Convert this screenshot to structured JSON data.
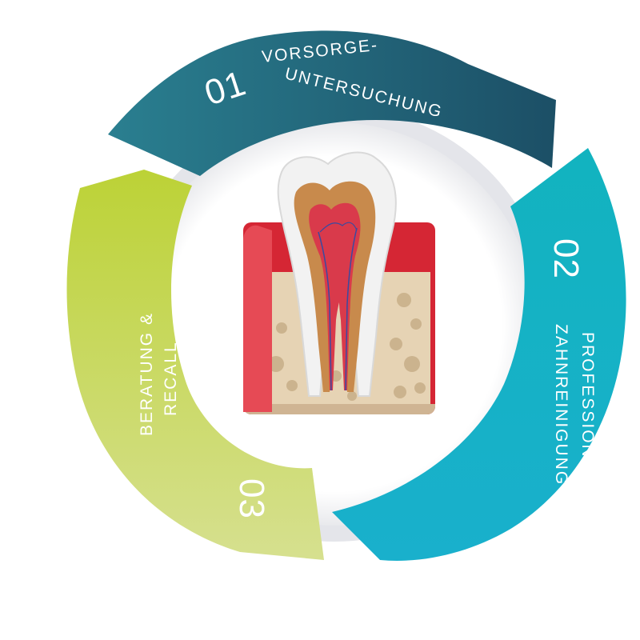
{
  "colors": {
    "step1_start": "#2a7f90",
    "step1_end": "#1c4f66",
    "step2_start": "#12b3bf",
    "step2_end": "#19b0cc",
    "step3_start": "#bcd236",
    "step3_end": "#d6e08f",
    "ring": "#e6e7eb",
    "gum": "#d52634",
    "bone": "#e6d3b4",
    "pulp": "#d93a4b",
    "dentin": "#c88a4c",
    "enamel": "#f2f2f2"
  },
  "steps": [
    {
      "number": "01",
      "line1": "VORSORGE-",
      "line2": "UNTERSUCHUNG"
    },
    {
      "number": "02",
      "line1": "PROFESSIONELLE",
      "line2": "ZAHNREINIGUNG"
    },
    {
      "number": "03",
      "line1": "BERATUNG &",
      "line2": "RECALL"
    }
  ],
  "center_image": "tooth-cross-section"
}
